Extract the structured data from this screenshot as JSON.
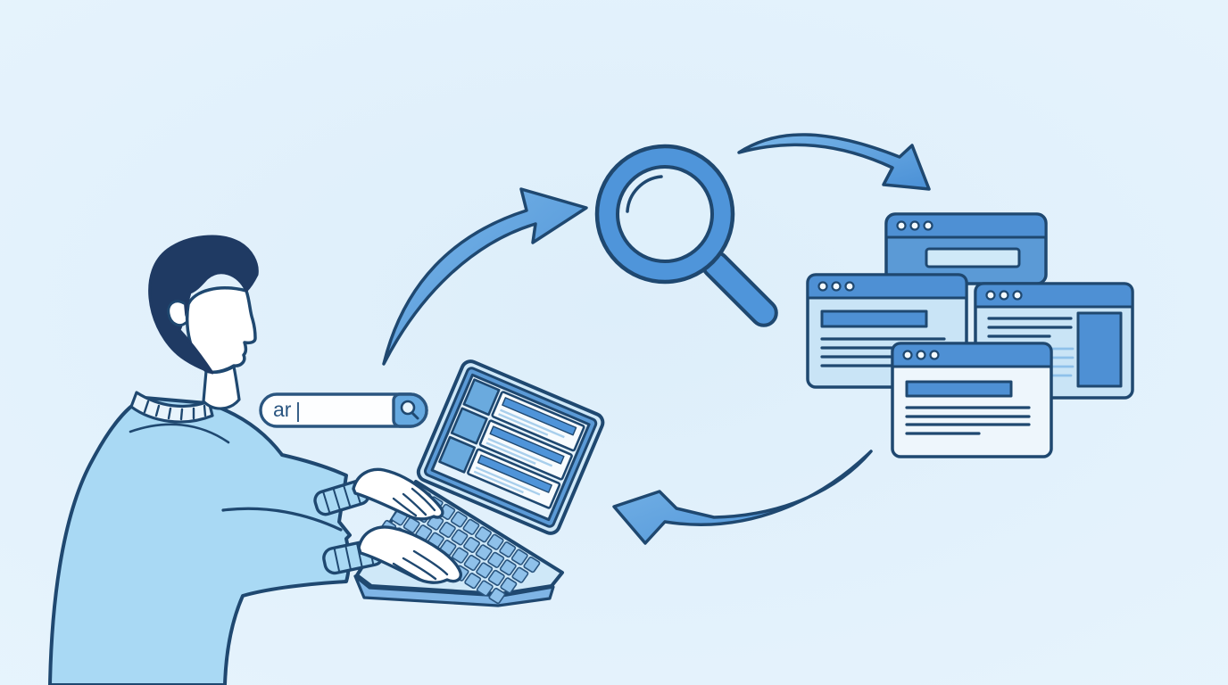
{
  "search_bar": {
    "query": "ar",
    "cursor": "|",
    "button_icon": "magnifier-icon"
  },
  "objects": {
    "person": "man-typing-on-laptop",
    "laptop_screen": "search-results-list",
    "laptop_screen_result_rows": 3,
    "magnifier": "magnifying-glass",
    "result_windows": 4,
    "arrows": [
      "arrow-searchbar-to-magnifier",
      "arrow-magnifier-to-results",
      "arrow-results-back-to-laptop"
    ]
  },
  "colors": {
    "background": "#e3f2fc",
    "outline_navy": "#1f4870",
    "primary_blue": "#4f95da",
    "medium_blue": "#5b9ad6",
    "titlebar_blue": "#4e90d4",
    "panel_light_blue": "#c9e4f6",
    "card_white": "#f7fbfe",
    "sweater_blue": "#a9d9f4",
    "hair_navy": "#1f3a63",
    "skin_white": "#ffffff"
  }
}
